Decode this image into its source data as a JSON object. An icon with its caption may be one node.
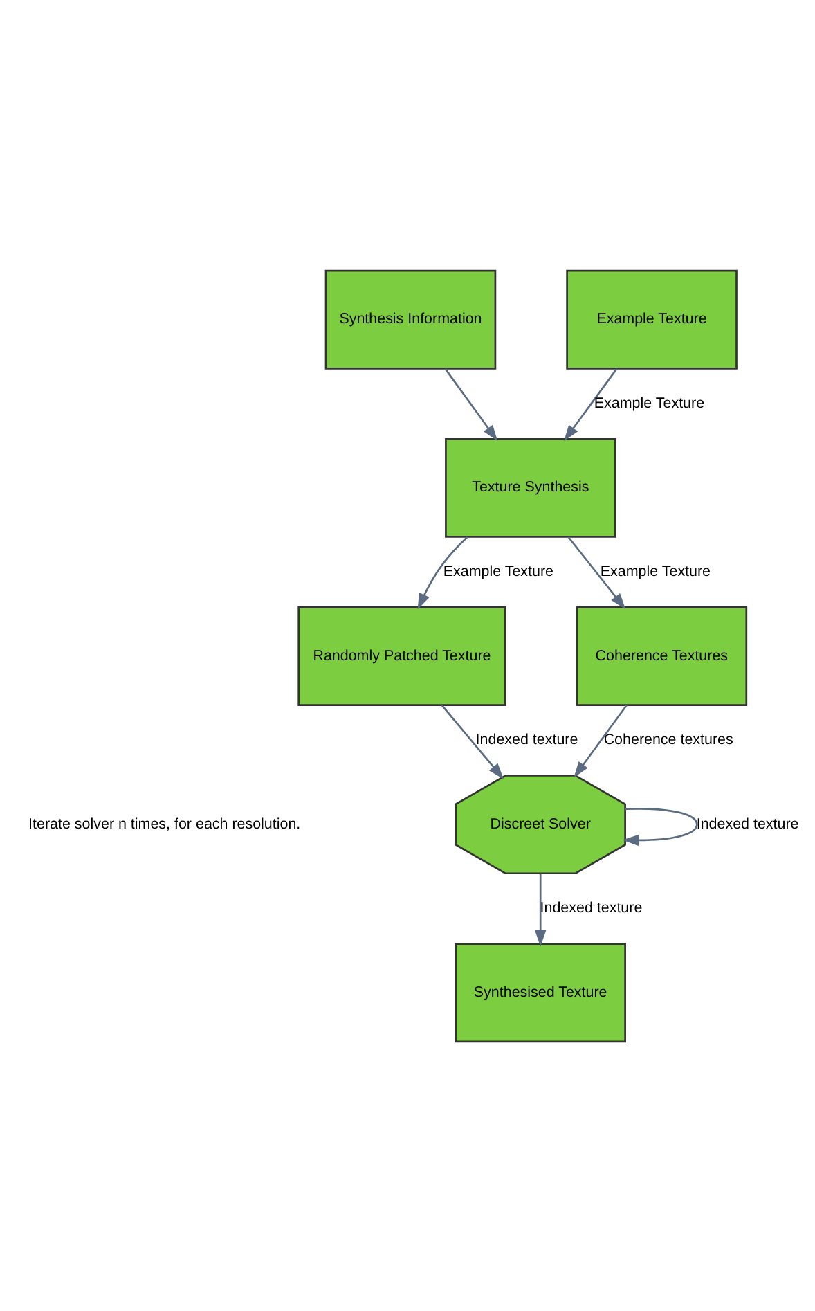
{
  "diagram": {
    "nodes": [
      {
        "text": [
          "Synthesis Information"
        ]
      },
      {
        "text": [
          "Example Texture"
        ]
      },
      {
        "text": [
          "Texture Synthesis"
        ]
      },
      {
        "text": [
          "Randomly Patched Texture"
        ]
      },
      {
        "text": [
          "Coherence Textures"
        ]
      },
      {
        "text": [
          "Discreet Solver"
        ]
      },
      {
        "text": [
          "Synthesised Texture"
        ]
      }
    ],
    "edges": [
      {
        "from": 0,
        "to": 2,
        "arrow": "to"
      },
      {
        "from": 1,
        "to": 2,
        "arrow": "to",
        "label": "Example Texture"
      },
      {
        "from": 2,
        "to": 3,
        "arrow": "to",
        "label": "Example Texture"
      },
      {
        "from": 2,
        "to": 4,
        "arrow": "to",
        "label": "Example Texture"
      },
      {
        "from": 3,
        "to": 5,
        "arrow": "to",
        "label": "Indexed texture"
      },
      {
        "from": 4,
        "to": 5,
        "arrow": "to",
        "label": "Coherence textures"
      },
      {
        "from": 5,
        "to": 5,
        "arrow": "to",
        "label": "Indexed texture"
      },
      {
        "from": 5,
        "to": 6,
        "arrow": "to",
        "label": "Indexed texture"
      }
    ],
    "labels": [
      "Iterate solver n times, for each resolution."
    ]
  }
}
